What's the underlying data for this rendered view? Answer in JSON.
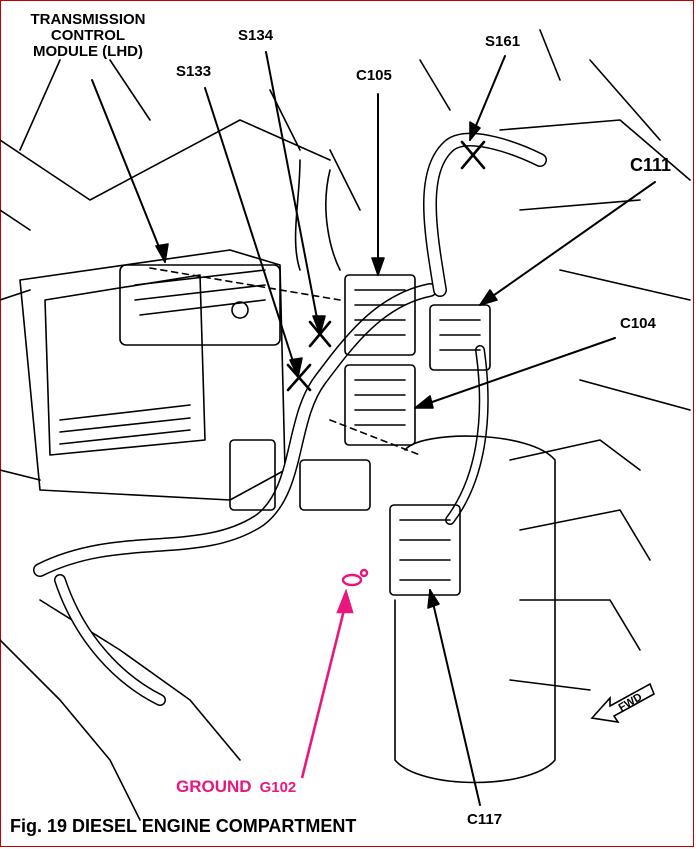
{
  "labels": {
    "tcm_line1": "TRANSMISSION",
    "tcm_line2": "CONTROL",
    "tcm_line3": "MODULE (LHD)",
    "s134": "S134",
    "s161": "S161",
    "s133": "S133",
    "c105": "C105",
    "c111": "C111",
    "c104": "C104",
    "c117": "C117",
    "ground": "GROUND",
    "ground_code": "G102",
    "fwd": "FWD"
  },
  "caption": "Fig. 19 DIESEL ENGINE COMPARTMENT",
  "colors": {
    "ground_highlight": "#e8177d",
    "border": "#c00000",
    "line": "#000000"
  }
}
